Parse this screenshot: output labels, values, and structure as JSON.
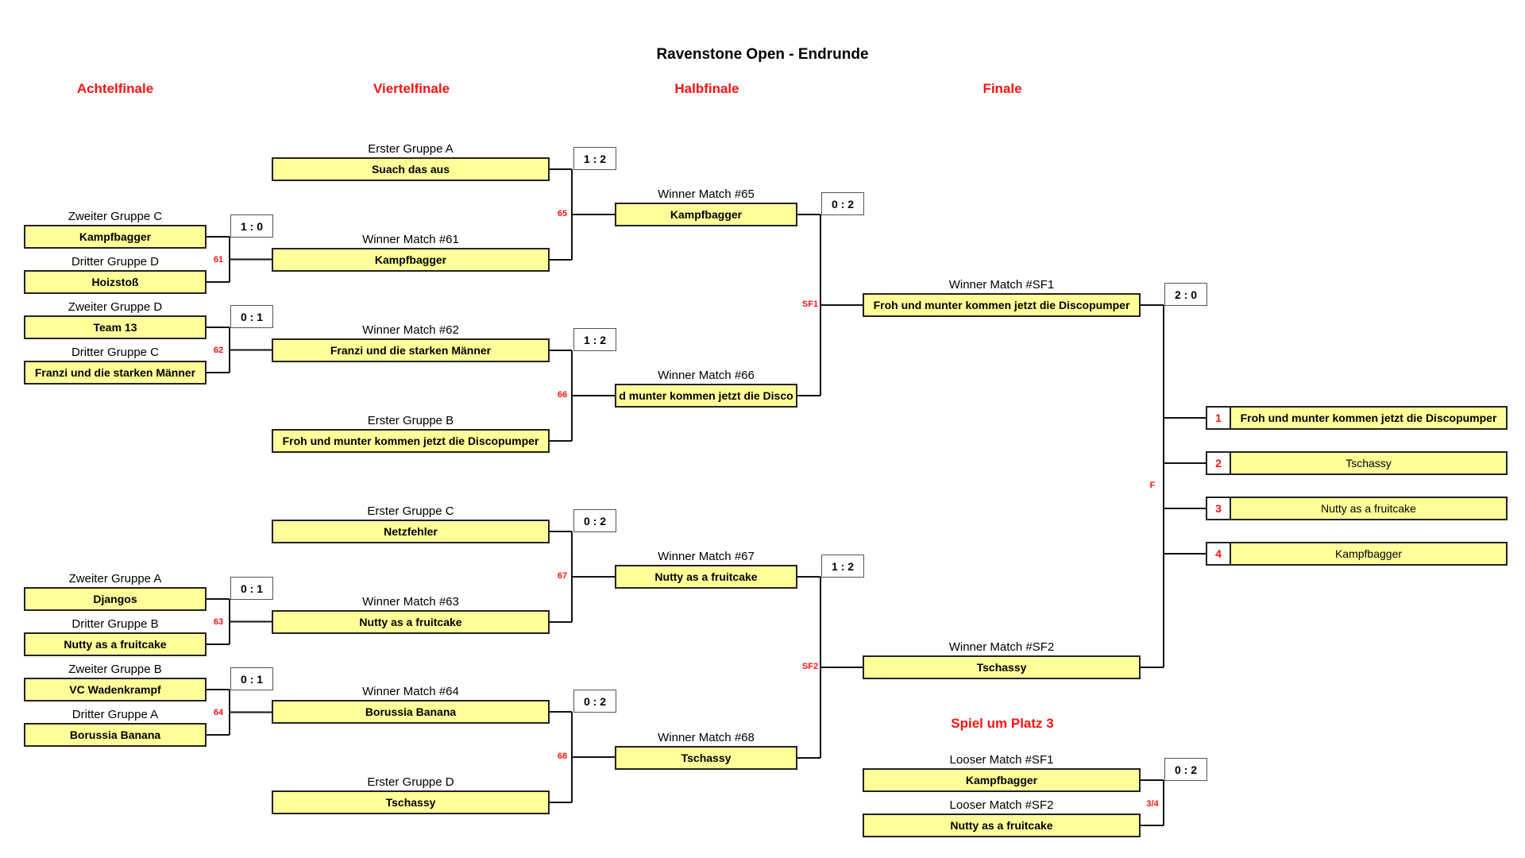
{
  "title": "Ravenstone Open - Endrunde",
  "rounds": {
    "r16": "Achtelfinale",
    "qf": "Viertelfinale",
    "sf": "Halbfinale",
    "final": "Finale",
    "third": "Spiel um Platz 3"
  },
  "r16": [
    {
      "top_label": "Zweiter Gruppe C",
      "top_team": "Kampfbagger",
      "bottom_label": "Dritter Gruppe D",
      "bottom_team": "Hoizstoß",
      "score": "1 : 0",
      "match": "61"
    },
    {
      "top_label": "Zweiter Gruppe D",
      "top_team": "Team 13",
      "bottom_label": "Dritter Gruppe C",
      "bottom_team": "Franzi und die starken Männer",
      "score": "0 : 1",
      "match": "62"
    },
    {
      "top_label": "Zweiter Gruppe A",
      "top_team": "Djangos",
      "bottom_label": "Dritter Gruppe B",
      "bottom_team": "Nutty as a fruitcake",
      "score": "0 : 1",
      "match": "63"
    },
    {
      "top_label": "Zweiter Gruppe B",
      "top_team": "VC Wadenkrampf",
      "bottom_label": "Dritter Gruppe A",
      "bottom_team": "Borussia Banana",
      "score": "0 : 1",
      "match": "64"
    }
  ],
  "qf": [
    {
      "top_label": "Erster Gruppe A",
      "top_team": "Suach das aus",
      "bottom_label": "Winner Match #61",
      "bottom_team": "Kampfbagger",
      "score": "1 : 2",
      "match": "65"
    },
    {
      "top_label": "Winner Match #62",
      "top_team": "Franzi und die starken Männer",
      "bottom_label": "Erster Gruppe B",
      "bottom_team": "Froh und munter kommen jetzt die Discopumper",
      "score": "1 : 2",
      "match": "66"
    },
    {
      "top_label": "Erster Gruppe C",
      "top_team": "Netzfehler",
      "bottom_label": "Winner Match #63",
      "bottom_team": "Nutty as a fruitcake",
      "score": "0 : 2",
      "match": "67"
    },
    {
      "top_label": "Winner Match #64",
      "top_team": "Borussia Banana",
      "bottom_label": "Erster Gruppe D",
      "bottom_team": "Tschassy",
      "score": "0 : 2",
      "match": "68"
    }
  ],
  "sf": [
    {
      "top_label": "Winner Match #65",
      "top_team": "Kampfbagger",
      "bottom_label": "Winner Match #66",
      "bottom_team": "d munter kommen jetzt die Disco",
      "score": "0 : 2",
      "match": "SF1"
    },
    {
      "top_label": "Winner Match #67",
      "top_team": "Nutty as a fruitcake",
      "bottom_label": "Winner Match #68",
      "bottom_team": "Tschassy",
      "score": "1 : 2",
      "match": "SF2"
    }
  ],
  "final": {
    "top_label": "Winner Match #SF1",
    "top_team": "Froh und munter kommen jetzt die Discopumper",
    "bottom_label": "Winner Match #SF2",
    "bottom_team": "Tschassy",
    "score": "2 : 0",
    "match": "F"
  },
  "third": {
    "top_label": "Looser Match #SF1",
    "top_team": "Kampfbagger",
    "bottom_label": "Looser Match #SF2",
    "bottom_team": "Nutty as a fruitcake",
    "score": "0 : 2",
    "match": "3/4"
  },
  "ranking": [
    {
      "place": "1",
      "team": "Froh und munter kommen jetzt die Discopumper"
    },
    {
      "place": "2",
      "team": "Tschassy"
    },
    {
      "place": "3",
      "team": "Nutty as a fruitcake"
    },
    {
      "place": "4",
      "team": "Kampfbagger"
    }
  ]
}
